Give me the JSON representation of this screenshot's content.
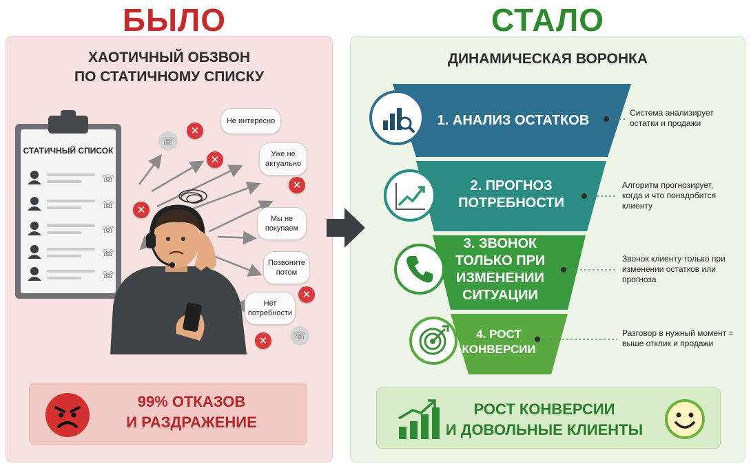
{
  "left": {
    "title": "БЫЛО",
    "subtitle_line1": "ХАОТИЧНЫЙ ОБЗВОН",
    "subtitle_line2": "ПО СТАТИЧНОМУ СПИСКУ",
    "clipboard_label": "СТАТИЧНЫЙ СПИСОК",
    "bubbles": [
      "Не интересно",
      "Уже не актуально",
      "Мы не покупаем",
      "Позвоните потом",
      "Нет потребности"
    ],
    "result_line1": "99% ОТКАЗОВ",
    "result_line2": "И РАЗДРАЖЕНИЕ",
    "accent": "#c52a2d"
  },
  "right": {
    "title": "СТАЛО",
    "subtitle": "ДИНАМИЧЕСКАЯ ВОРОНКА",
    "stages": [
      {
        "label": "1. АНАЛИЗ ОСТАТКОВ",
        "note": "Система анализирует остатки и продажи",
        "icon": "chart-magnifier-icon",
        "color": "#2d6f8e"
      },
      {
        "label": "2. ПРОГНОЗ ПОТРЕБНОСТИ",
        "note": "Алгоритм прогнозирует, когда и что понадобится клиенту",
        "icon": "trend-chart-icon",
        "color": "#2a8c82"
      },
      {
        "label": "3. ЗВОНОК ТОЛЬКО ПРИ ИЗМЕНЕНИИ СИТУАЦИИ",
        "note": "Звонок клиенту только при изменении остатков или прогноза",
        "icon": "phone-icon",
        "color": "#3a9a3e"
      },
      {
        "label": "4. РОСТ КОНВЕРСИИ",
        "note": "Разговор в нужный момент = выше отклик и продажи",
        "icon": "target-icon",
        "color": "#5aa840"
      }
    ],
    "result_line1": "РОСТ КОНВЕРСИИ",
    "result_line2": "И ДОВОЛЬНЫЕ КЛИЕНТЫ",
    "accent": "#2f8a2f"
  }
}
